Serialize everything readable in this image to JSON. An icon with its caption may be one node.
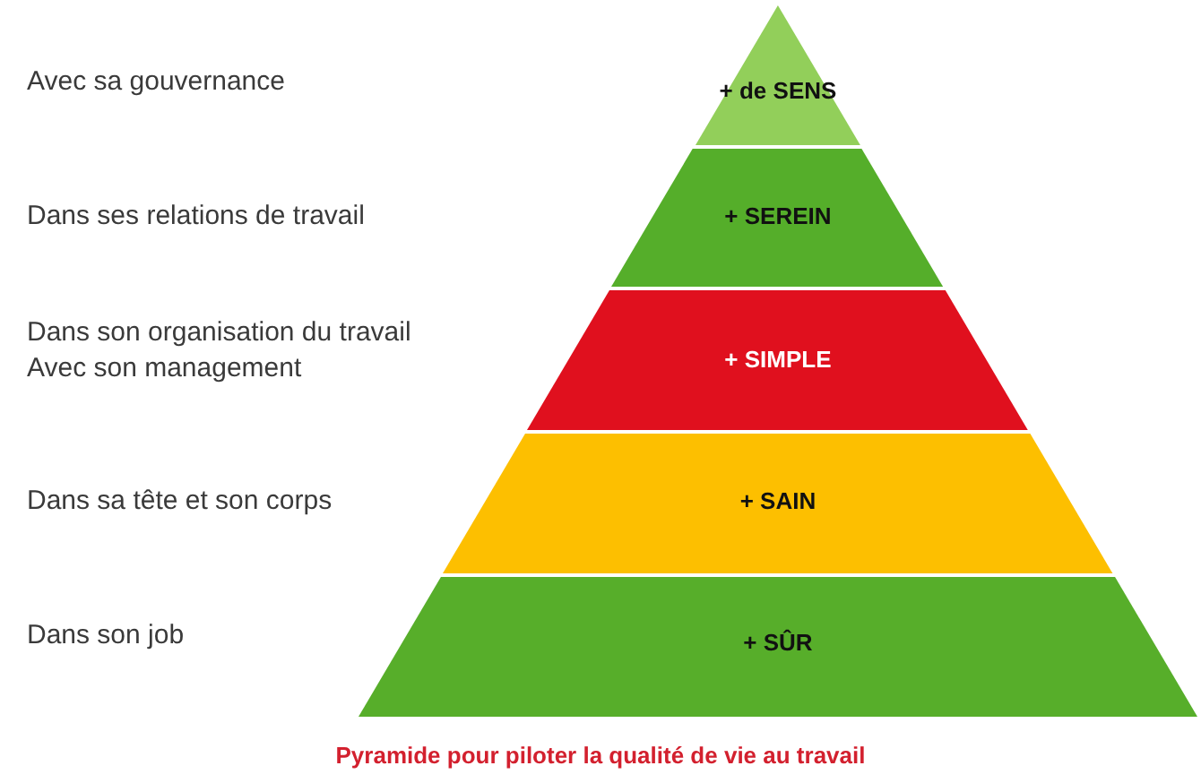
{
  "diagram": {
    "nodes": [
      {
        "text": [
          "+ de SENS"
        ]
      },
      {
        "text": [
          "+ SEREIN"
        ]
      },
      {
        "text": [
          "+ SIMPLE"
        ]
      },
      {
        "text": [
          "+ SAIN"
        ]
      },
      {
        "text": [
          "+ SÛR"
        ]
      }
    ],
    "labels": [
      "Avec sa gouvernance",
      "Dans ses relations de travail",
      "Dans son organisation du travail",
      "Avec son management",
      "Dans sa tête et son corps",
      "Dans son job"
    ],
    "caption": "Pyramide pour piloter la qualité de vie au travail"
  }
}
